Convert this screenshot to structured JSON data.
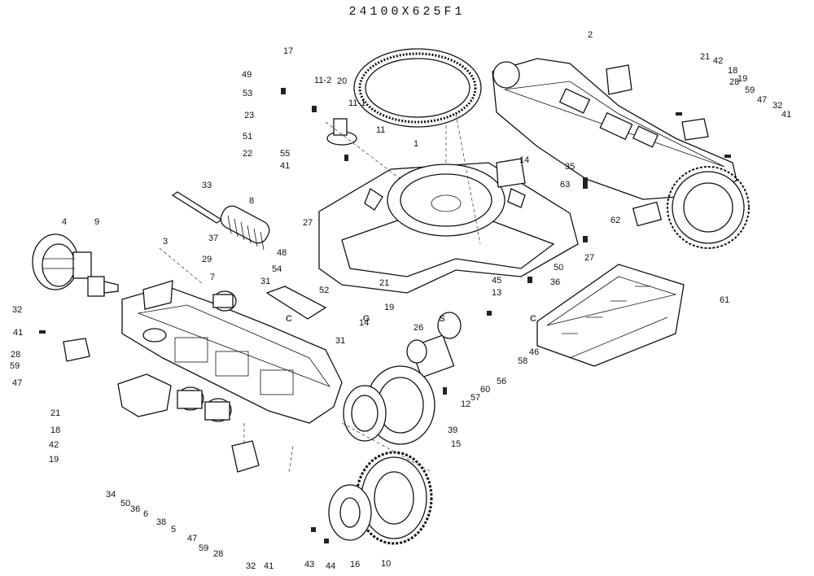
{
  "title": "24100X625F1",
  "watermark": {
    "text": "CGSC",
    "letters": [
      {
        "char": "C",
        "color": "#4285F4"
      },
      {
        "char": "G",
        "color": "#EA4335"
      },
      {
        "char": "S",
        "color": "#FBBC05"
      },
      {
        "char": "C",
        "color": "#34A853"
      }
    ]
  },
  "callouts": [
    "2",
    "21",
    "42",
    "18",
    "19",
    "28",
    "59",
    "47",
    "32",
    "41",
    "17",
    "49",
    "53",
    "23",
    "11-2",
    "20",
    "11-1",
    "51",
    "11",
    "22",
    "55",
    "41",
    "1",
    "14",
    "35",
    "63",
    "62",
    "27",
    "27",
    "33",
    "8",
    "4",
    "9",
    "3",
    "37",
    "29",
    "7",
    "48",
    "54",
    "31",
    "52",
    "21",
    "45",
    "13",
    "50",
    "36",
    "61",
    "14",
    "19",
    "26",
    "31",
    "46",
    "58",
    "57",
    "56",
    "60",
    "12",
    "39",
    "15",
    "32",
    "41",
    "28",
    "59",
    "47",
    "21",
    "18",
    "42",
    "19",
    "34",
    "50",
    "36",
    "6",
    "38",
    "5",
    "47",
    "59",
    "28",
    "32",
    "41",
    "43",
    "44",
    "16",
    "10"
  ]
}
